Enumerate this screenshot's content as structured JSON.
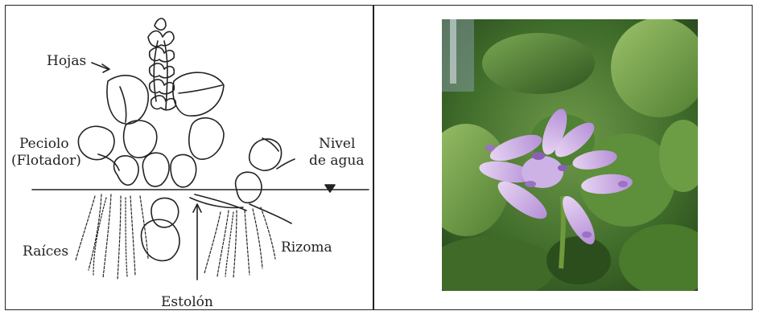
{
  "diagram": {
    "labels": {
      "hojas": "Hojas",
      "peciolo": "Peciolo",
      "flotador": "(Flotador)",
      "nivel": "Nivel",
      "de_agua": "de agua",
      "raices": "Raíces",
      "rizoma": "Rizoma",
      "estolon": "Estolón"
    }
  },
  "colors": {
    "line": "#222222",
    "leaf_green": "#5f8f3a",
    "dark_green": "#2f4d1f",
    "flower_lilac": "#c8a8e0",
    "flower_violet": "#8a5fb8"
  }
}
